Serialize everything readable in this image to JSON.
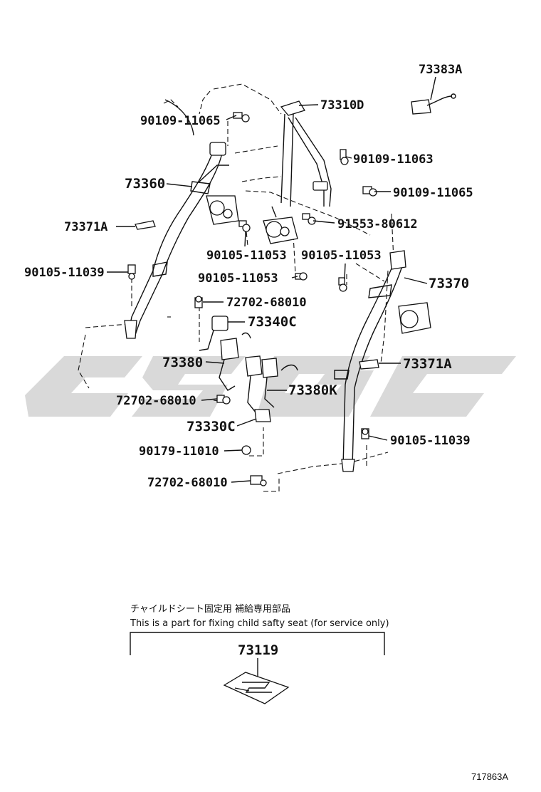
{
  "labels": {
    "p73383A": "73383A",
    "p73310D": "73310D",
    "p90109_11065_a": "90109-11065",
    "p90109_11063": "90109-11063",
    "p90109_11065_b": "90109-11065",
    "p73360": "73360",
    "p91553_80612": "91553-80612",
    "p73371A_a": "73371A",
    "p90105_11053_a": "90105-11053",
    "p90105_11053_b": "90105-11053",
    "p90105_11039_a": "90105-11039",
    "p90105_11053_c": "90105-11053",
    "p73370": "73370",
    "p72702_68010_a": "72702-68010",
    "p73340C": "73340C",
    "p73380": "73380",
    "p73371A_b": "73371A",
    "p72702_68010_b": "72702-68010",
    "p73380K": "73380K",
    "p73330C": "73330C",
    "p90105_11039_b": "90105-11039",
    "p90179_11010": "90179-11010",
    "p72702_68010_c": "72702-68010",
    "p73119": "73119"
  },
  "note": {
    "jp": "チャイルドシート固定用 補給専用部品",
    "en": "This is a part for fixing child safty seat (for service only)"
  },
  "diagram_code": "717863A"
}
